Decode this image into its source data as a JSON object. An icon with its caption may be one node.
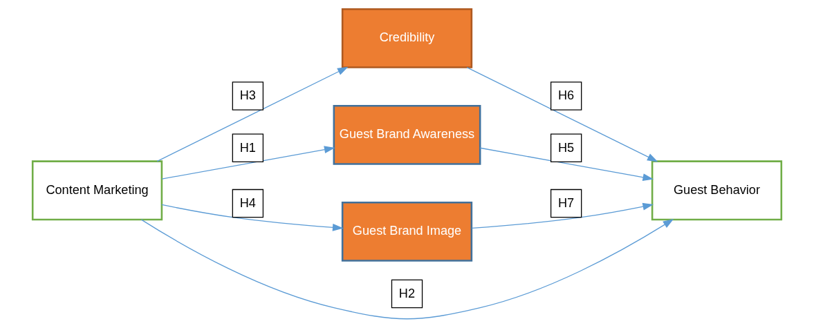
{
  "diagram": {
    "nodes": [
      {
        "text": [
          "Content Marketing"
        ]
      },
      {
        "text": [
          "Credibility"
        ]
      },
      {
        "text": [
          "Guest Brand Awareness"
        ]
      },
      {
        "text": [
          "Guest Brand Image"
        ]
      },
      {
        "text": [
          "Guest Behavior"
        ]
      }
    ],
    "edges": [
      {
        "from": 0,
        "to": 1,
        "arrow": "to",
        "label": "H3"
      },
      {
        "from": 0,
        "to": 4,
        "arrow": "to",
        "label": "H2"
      },
      {
        "from": 0,
        "to": 2,
        "arrow": "to",
        "label": "H1"
      },
      {
        "from": 0,
        "to": 3,
        "arrow": "to",
        "label": "H4"
      },
      {
        "from": 1,
        "to": 4,
        "arrow": "to",
        "label": "H6"
      },
      {
        "from": 2,
        "to": 4,
        "arrow": "to",
        "label": "H5"
      },
      {
        "from": 3,
        "to": 4,
        "arrow": "to",
        "label": "H7"
      }
    ]
  }
}
